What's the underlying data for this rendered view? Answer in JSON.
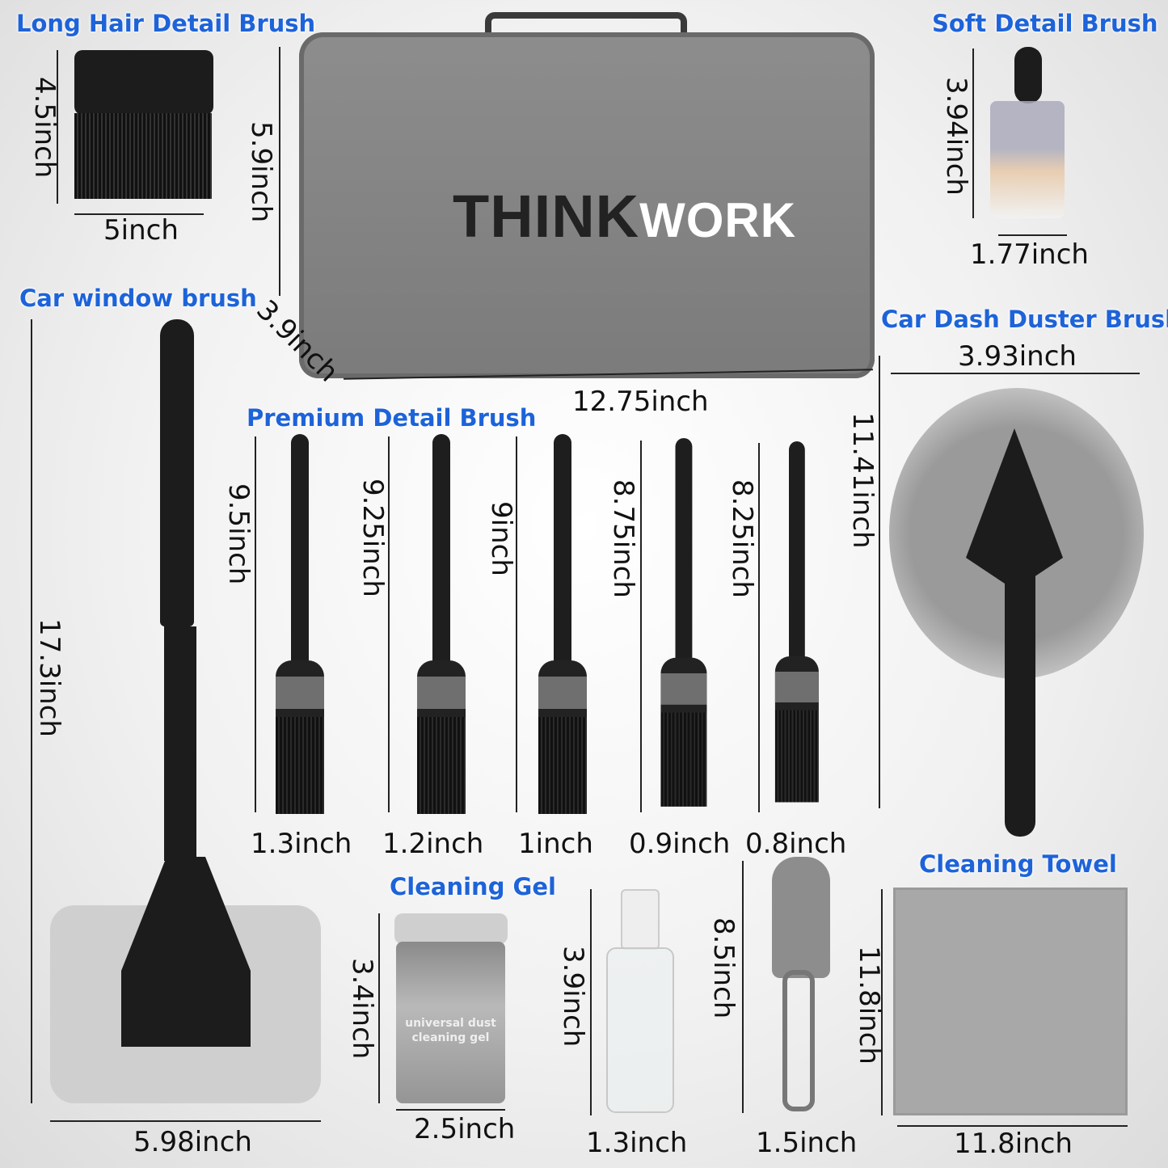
{
  "bag": {
    "brand_part1": "THINK",
    "brand_part2": "WORK",
    "height": "5.9inch",
    "depth": "3.9inch",
    "width": "12.75inch"
  },
  "long_hair": {
    "title": "Long Hair Detail Brush",
    "height": "4.5inch",
    "width": "5inch"
  },
  "soft_detail": {
    "title": "Soft Detail Brush",
    "height": "3.94inch",
    "width": "1.77inch"
  },
  "window": {
    "title": "Car window brush",
    "height": "17.3inch",
    "width": "5.98inch"
  },
  "premium": {
    "title": "Premium Detail Brush",
    "brushes": [
      {
        "length": "9.5inch",
        "width": "1.3inch"
      },
      {
        "length": "9.25inch",
        "width": "1.2inch"
      },
      {
        "length": "9inch",
        "width": "1inch"
      },
      {
        "length": "8.75inch",
        "width": "0.9inch"
      },
      {
        "length": "8.25inch",
        "width": "0.8inch"
      }
    ]
  },
  "duster": {
    "title": "Car Dash Duster Brush",
    "width": "3.93inch",
    "height": "11.41inch"
  },
  "gel": {
    "title": "Cleaning Gel",
    "label_line1": "universal dust",
    "label_line2": "cleaning gel",
    "height": "3.4inch",
    "width": "2.5inch"
  },
  "spray": {
    "height": "3.9inch",
    "width": "1.3inch"
  },
  "vent": {
    "height": "8.5inch",
    "width": "1.5inch"
  },
  "towel": {
    "title": "Cleaning Towel",
    "height": "11.8inch",
    "width": "11.8inch"
  }
}
